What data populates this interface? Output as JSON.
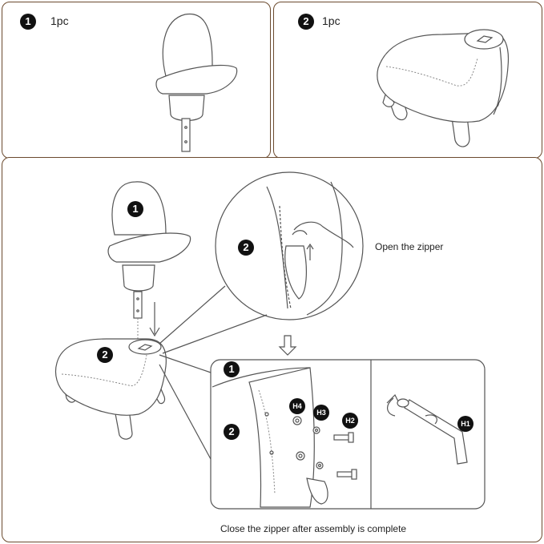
{
  "parts": [
    {
      "badge": "1",
      "qty": "1pc"
    },
    {
      "badge": "2",
      "qty": "1pc"
    }
  ],
  "assembly": {
    "backrest_badge": "1",
    "seat_badge": "2",
    "zoom_badge": "2",
    "zipper_caption": "Open the zipper",
    "detail_badge_top": "1",
    "detail_badge_bottom": "2",
    "hardware": [
      "H4",
      "H3",
      "H2",
      "H1"
    ],
    "final_caption": "Close the zipper after assembly is complete"
  }
}
